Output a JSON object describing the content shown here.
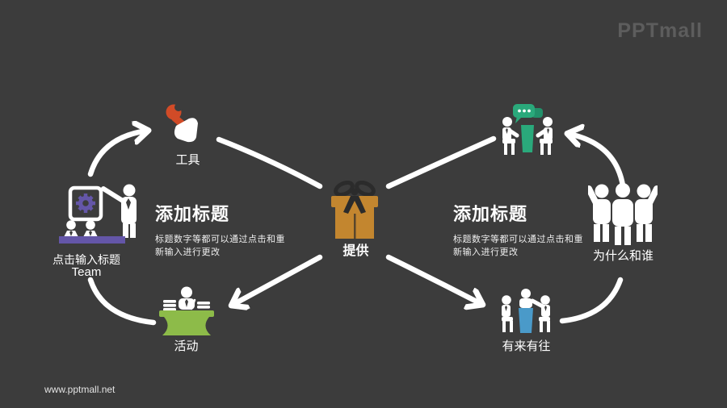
{
  "slide": {
    "background_color": "#3c3c3c",
    "type": "infinity-loop diagram with gift box center"
  },
  "branding": {
    "logo": "PPTmall",
    "website": "www.pptmall.net",
    "logo_color": "#5d5d5d"
  },
  "colors": {
    "accent_purple": "#6456a8",
    "accent_orange": "#d14b27",
    "accent_gold": "#c3862f",
    "accent_teal": "#2aa97b",
    "accent_green": "#8dbb49",
    "accent_blue": "#4a9ac9",
    "arrow_white": "#ffffff",
    "bow_dark": "#2b2b2b"
  },
  "nodes": {
    "team": {
      "label_cn": "点击输入标题",
      "label_en": "Team",
      "icon": "presentation-board-with-gear-and-audience"
    },
    "tools": {
      "label": "工具",
      "icon": "fist-holding-wrench"
    },
    "gift": {
      "label": "提供",
      "icon": "gift-box"
    },
    "meeting": {
      "label": "",
      "icon": "two-people-talking-speech-bubbles"
    },
    "trio": {
      "label": "为什么和谁",
      "icon": "three-people-cheering"
    },
    "desk": {
      "label": "活动",
      "icon": "person-at-desk-with-books"
    },
    "negotiation": {
      "label": "有来有往",
      "icon": "three-people-negotiation-table"
    }
  },
  "text_blocks": {
    "left": {
      "title": "添加标题",
      "body_line1": "标题数字等都可以通过点击和重",
      "body_line2": "新输入进行更改"
    },
    "right": {
      "title": "添加标题",
      "body_line1": "标题数字等都可以通过点击和重",
      "body_line2": "新输入进行更改"
    }
  }
}
